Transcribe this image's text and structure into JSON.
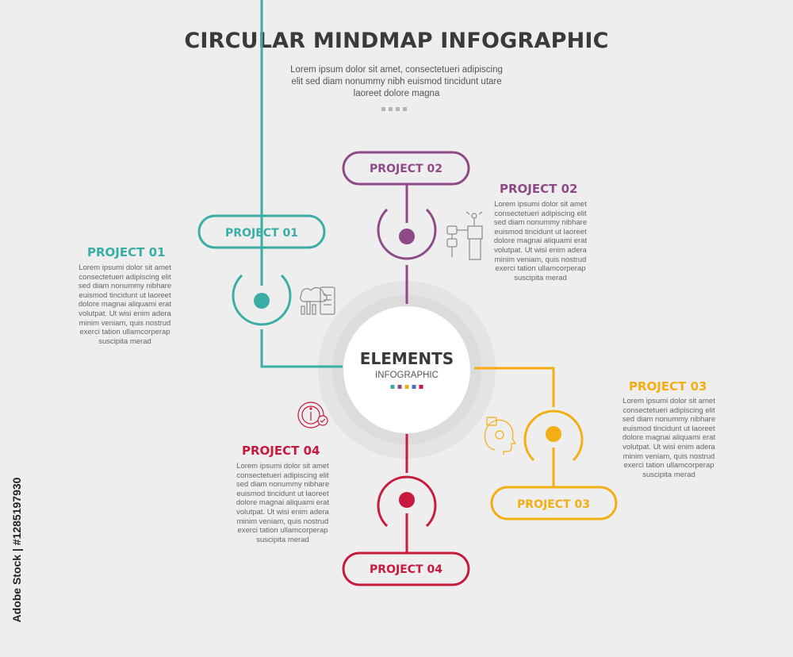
{
  "header": {
    "title": "CIRCULAR MINDMAP INFOGRAPHIC",
    "subtitle_lines": [
      "Lorem ipsum dolor sit amet, consectetueri adipiscing",
      "elit sed diam nonummy nibh euismod tincidunt utare",
      "laoreet dolore magna"
    ]
  },
  "center": {
    "title": "ELEMENTS",
    "subtitle": "INFOGRAPHIC",
    "dot_colors": [
      "#3aaea6",
      "#8e4a86",
      "#f2ae12",
      "#4a6fb5",
      "#c8193f"
    ]
  },
  "projects": [
    {
      "pill_label": "PROJECT 01",
      "title": "PROJECT 01",
      "color": "#3aaea6",
      "icon": "cloud-phone-analytics-icon",
      "text_lines": [
        "Lorem ipsumi dolor sit amet",
        "consectetueri adipiscing elit",
        "sed diam nonummy nibhare",
        "euismod tincidunt ut laoreet",
        "dolore magnai aliquami erat",
        "volutpat. Ut wisi enim adera",
        "minim veniam, quis nostrud",
        "exerci tation ullamcorperap",
        "suscipita merad"
      ]
    },
    {
      "pill_label": "PROJECT 02",
      "title": "PROJECT 02",
      "color": "#8e4a86",
      "icon": "robot-hand-flowchart-icon",
      "text_lines": [
        "Lorem ipsumi dolor sit amet",
        "consectetueri adipiscing elit",
        "sed diam nonummy nibhare",
        "euismod tincidunt ut laoreet",
        "dolore magnai aliquami erat",
        "volutpat. Ut wisi enim adera",
        "minim veniam, quis nostrud",
        "exerci tation ullamcorperap",
        "suscipita merad"
      ]
    },
    {
      "pill_label": "PROJECT 03",
      "title": "PROJECT 03",
      "color": "#f2ae12",
      "icon": "ai-head-chip-icon",
      "text_lines": [
        "Lorem ipsumi dolor sit amet",
        "consectetueri adipiscing elit",
        "sed diam nonummy nibhare",
        "euismod tincidunt ut laoreet",
        "dolore magnai aliquami erat",
        "volutpat. Ut wisi enim adera",
        "minim veniam, quis nostrud",
        "exerci tation ullamcorperap",
        "suscipita merad"
      ]
    },
    {
      "pill_label": "PROJECT 04",
      "title": "PROJECT 04",
      "color": "#c8193f",
      "icon": "info-check-icon",
      "text_lines": [
        "Lorem ipsumi dolor sit amet",
        "consectetueri adipiscing elit",
        "sed diam nonummy nibhare",
        "euismod tincidunt ut laoreet",
        "dolore magnai aliquami erat",
        "volutpat. Ut wisi enim adera",
        "minim veniam, quis nostrud",
        "exerci tation ullamcorperap",
        "suscipita merad"
      ]
    }
  ],
  "watermark": {
    "side_text": "Adobe Stock | #1285197930"
  }
}
